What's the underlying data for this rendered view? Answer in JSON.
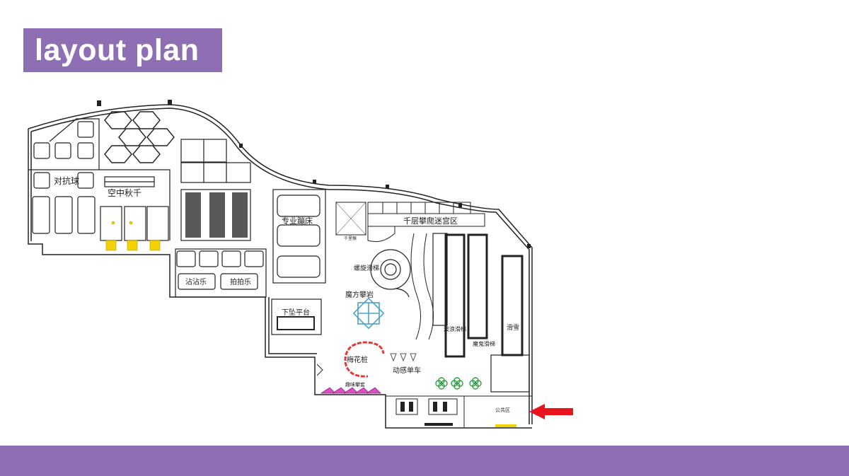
{
  "header": {
    "title": "layout plan"
  },
  "colors": {
    "accent": "#8f6fb4",
    "arrow": "#e8141b",
    "line": "#222222",
    "climb_red": "#e53935",
    "cube_blue": "#4aa3c8",
    "pink": "#d94fc3",
    "tree_green": "#2e9e44",
    "marker_yellow": "#f2d200"
  },
  "plan": {
    "labels": {
      "duikangqiu": "对抗球",
      "kongzhong_qiuqian": "空中秋千",
      "zhuanye_bengchuang": "专业蹦床",
      "zhanzhanle": "沾沾乐",
      "paipaile": "拍拍乐",
      "xiazhui_pingtai": "下坠平台",
      "qianceng_panpa": "千层攀爬迷宫区",
      "luoxuan_huati": "螺旋滑梯",
      "mofang_panyan": "魔方攀岩",
      "meihua_zhuang": "梅花桩",
      "dongan_danche": "动感单车",
      "langlang_huati": "波浪滑梯",
      "mogui_huati": "魔鬼滑梯",
      "huaxue": "滑雪",
      "quwei_pantao": "趣味攀套",
      "gonggong_qu": "公共区",
      "qianli_huo": "千里猴"
    }
  }
}
